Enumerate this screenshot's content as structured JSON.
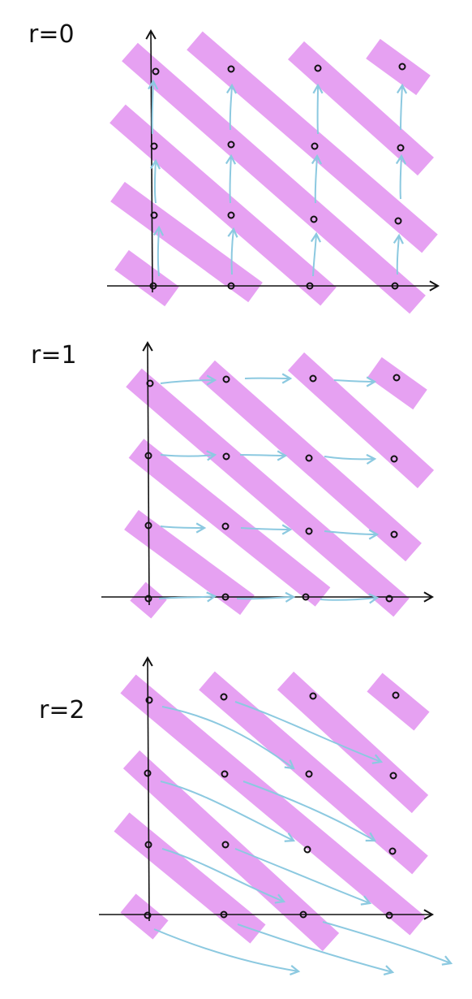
{
  "panels": [
    {
      "id": "r0",
      "label": "r=0",
      "arrow_style": "vertical"
    },
    {
      "id": "r1",
      "label": "r=1",
      "arrow_style": "horizontal"
    },
    {
      "id": "r2",
      "label": "r=2",
      "arrow_style": "diagonal"
    }
  ],
  "grid": {
    "columns": 4,
    "rows": 4
  },
  "colors": {
    "stripe": "#e59cf2",
    "arrow": "#8cc9e0",
    "ink": "#111111"
  }
}
